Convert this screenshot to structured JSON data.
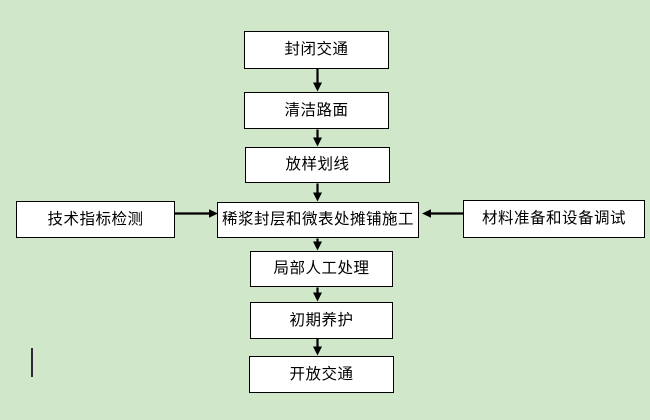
{
  "flowchart": {
    "nodes": [
      {
        "id": "close-traffic",
        "label": "封闭交通"
      },
      {
        "id": "clean-road-surface",
        "label": "清洁路面"
      },
      {
        "id": "layout-marking",
        "label": "放样划线"
      },
      {
        "id": "paving-construction",
        "label": "稀浆封层和微表处摊铺施工"
      },
      {
        "id": "technical-inspection",
        "label": "技术指标检测"
      },
      {
        "id": "material-preparation",
        "label": "材料准备和设备调试"
      },
      {
        "id": "local-manual-treatment",
        "label": "局部人工处理"
      },
      {
        "id": "initial-curing",
        "label": "初期养护"
      },
      {
        "id": "open-traffic",
        "label": "开放交通"
      }
    ],
    "colors": {
      "background": "#d0e7ca",
      "node_fill": "#ffffff",
      "node_border": "#000000",
      "arrow": "#000000",
      "text": "#000000",
      "cursor": "#2f2937"
    }
  }
}
